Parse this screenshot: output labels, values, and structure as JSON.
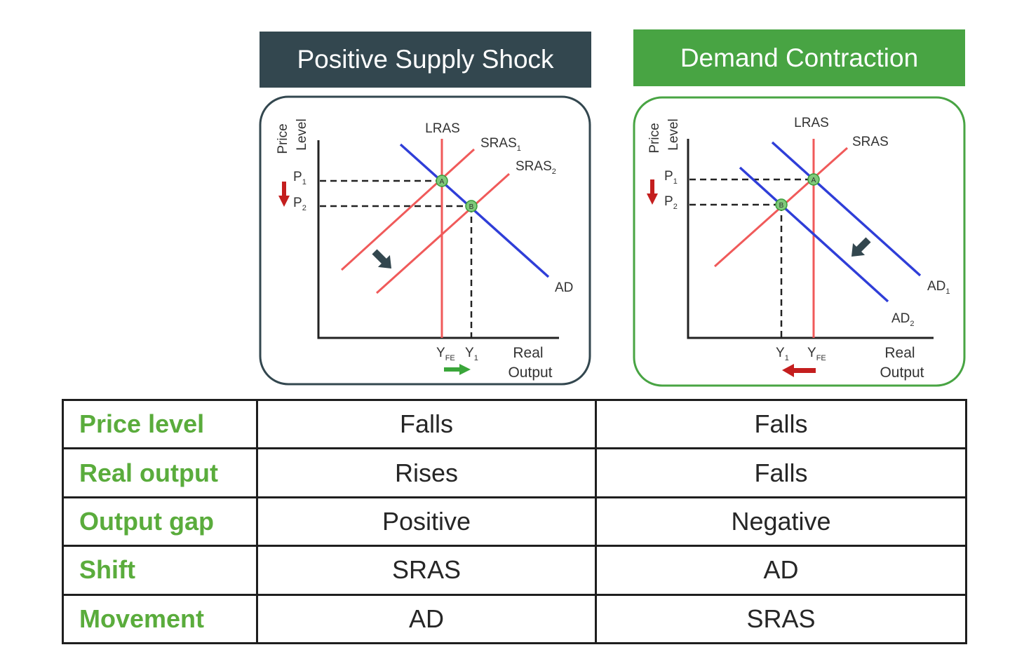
{
  "panels": [
    {
      "title": "Positive Supply Shock",
      "y_axis_label": [
        "Price",
        "Level"
      ],
      "x_axis_label": [
        "Real",
        "Output"
      ],
      "curves": {
        "lras": "LRAS",
        "sras_1": "SRAS",
        "sras_1_sub": "1",
        "sras_2": "SRAS",
        "sras_2_sub": "2",
        "ad": "AD"
      },
      "prices": [
        {
          "text": "P",
          "sub": "1"
        },
        {
          "text": "P",
          "sub": "2"
        }
      ],
      "outputs": [
        {
          "text": "Y",
          "sub": "FE"
        },
        {
          "text": "Y",
          "sub": "1"
        }
      ],
      "points": [
        "A",
        "B"
      ],
      "colors": {
        "border": "#33474f",
        "header": "#33474f"
      }
    },
    {
      "title": "Demand Contraction",
      "y_axis_label": [
        "Price",
        "Level"
      ],
      "x_axis_label": [
        "Real",
        "Output"
      ],
      "curves": {
        "lras": "LRAS",
        "sras": "SRAS",
        "ad_1": "AD",
        "ad_1_sub": "1",
        "ad_2": "AD",
        "ad_2_sub": "2"
      },
      "prices": [
        {
          "text": "P",
          "sub": "1"
        },
        {
          "text": "P",
          "sub": "2"
        }
      ],
      "outputs": [
        {
          "text": "Y",
          "sub": "1"
        },
        {
          "text": "Y",
          "sub": "FE"
        }
      ],
      "points": [
        "A",
        "B"
      ],
      "colors": {
        "border": "#48a443",
        "header": "#48a443"
      }
    }
  ],
  "colors": {
    "lras_sras": "#f05a5a",
    "ad": "#2f3ed8",
    "red_arrow": "#c41e1e",
    "green_arrow": "#3aa63a",
    "shift_arrow": "#33474f"
  },
  "table": {
    "rows": [
      {
        "label": "Price level",
        "supply": "Falls",
        "demand": "Falls"
      },
      {
        "label": "Real output",
        "supply": "Rises",
        "demand": "Falls"
      },
      {
        "label": "Output gap",
        "supply": "Positive",
        "demand": "Negative"
      },
      {
        "label": "Shift",
        "supply": "SRAS",
        "demand": "AD"
      },
      {
        "label": "Movement",
        "supply": "AD",
        "demand": "SRAS"
      }
    ]
  }
}
